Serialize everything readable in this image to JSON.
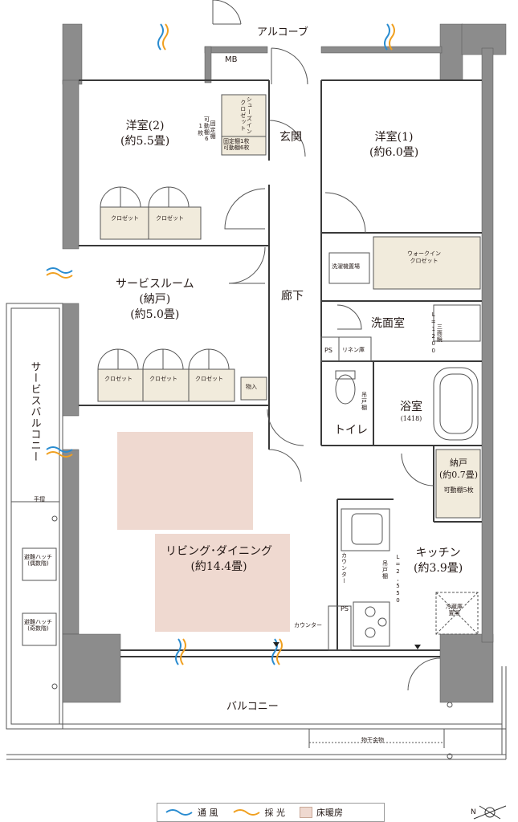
{
  "rooms": {
    "western2": {
      "name": "洋室(2)",
      "size": "(約5.5畳)"
    },
    "western1": {
      "name": "洋室(1)",
      "size": "(約6.0畳)"
    },
    "service_room": {
      "name": "サービスルーム",
      "sub": "(納戸)",
      "size": "(約5.0畳)"
    },
    "entrance": "玄関",
    "hallway": "廊下",
    "washroom": "洗面室",
    "bath": {
      "name": "浴室",
      "size": "(1418)"
    },
    "toilet": "トイレ",
    "storage": {
      "name": "納戸",
      "size": "(約0.7畳)",
      "shelf": "可動棚5枚"
    },
    "living": {
      "name": "リビング･ダイニング",
      "size": "(約14.4畳)"
    },
    "kitchen": {
      "name": "キッチン",
      "size": "(約3.9畳)"
    }
  },
  "labels": {
    "alcove": "アルコーブ",
    "mb": "MB",
    "shoe_closet": "シューズイン\nクロゼット",
    "shoe_shelf": "固定棚1枚\n可動棚6枚",
    "shelf_note": "固定棚\n可動棚6\n1枚",
    "closet": "クロゼット",
    "walk_in": "ウォークイン\nクロゼット",
    "washer": "洗濯機置場",
    "mirror": "三面鏡\nL=1200",
    "ps": "PS",
    "linen": "リネン庫",
    "hanging_shelf": "吊戸棚",
    "storage_small": "物入",
    "counter_v": "カウンター",
    "counter_h": "カウンター",
    "hanging_shelf_k": "吊戸棚",
    "kitchen_len": "L=2,550",
    "fridge": "冷蔵庫\n置場",
    "service_balcony": "サービスバルコニー",
    "handrail": "手摺",
    "escape_hatch_even": "避難ハッチ\n(偶数階)",
    "escape_hatch_odd": "避難ハッチ\n(奇数階)",
    "balcony": "バルコニー",
    "laundry_hanger": "物干金物",
    "north": "N"
  },
  "legend": {
    "ventilation": "通 風",
    "daylight": "採 光",
    "floor_heating": "床暖房"
  },
  "colors": {
    "wall": "#8c8c8c",
    "line": "#3a3a3a",
    "floor_heat": "#efd9d0",
    "closet_fill": "#f1ebdc",
    "wind_blue": "#2a8cd0",
    "light_orange": "#f0a020"
  }
}
